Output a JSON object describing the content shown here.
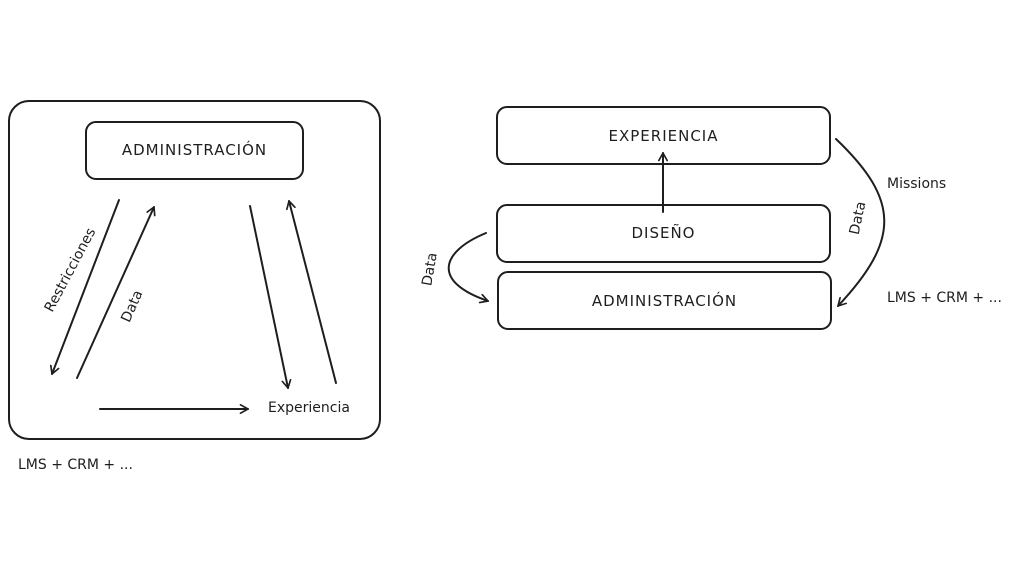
{
  "left_diagram": {
    "box_top_label": "ADMINISTRACIÓN",
    "label_restricciones": "Restricciones",
    "label_data": "Data",
    "label_experiencia": "Experiencia",
    "caption": "LMS + CRM + ..."
  },
  "right_diagram": {
    "box_experiencia": "EXPERIENCIA",
    "box_diseno": "DISEÑO",
    "box_administracion": "ADMINISTRACIÓN",
    "label_data_left": "Data",
    "label_data_right": "Data",
    "label_missions": "Missions",
    "caption": "LMS + CRM + ..."
  },
  "colors": {
    "ink": "#1e1e1e",
    "background": "#ffffff"
  }
}
